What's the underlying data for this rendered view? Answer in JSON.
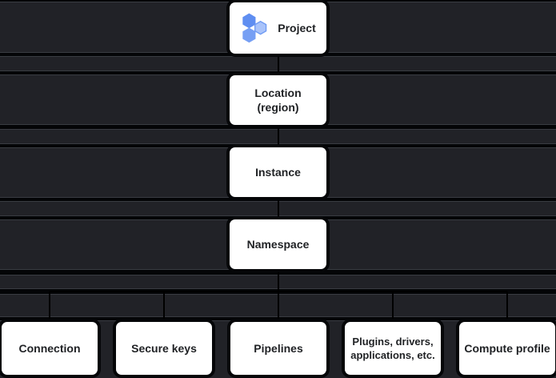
{
  "nodes": {
    "project": {
      "label": "Project"
    },
    "location": {
      "line1": "Location",
      "line2": "(region)"
    },
    "instance": {
      "label": "Instance"
    },
    "namespace": {
      "label": "Namespace"
    },
    "connection": {
      "label": "Connection"
    },
    "secure_keys": {
      "label": "Secure keys"
    },
    "pipelines": {
      "label": "Pipelines"
    },
    "plugins": {
      "line1": "Plugins, drivers,",
      "line2": "applications, etc."
    },
    "compute_profile": {
      "label": "Compute profile"
    }
  },
  "icons": {
    "project_icon": "hexagon-cluster-icon"
  },
  "colors": {
    "background": "#040507",
    "band_fill": "#212227",
    "band_border": "#393c42",
    "node_fill": "#ffffff",
    "node_text": "#1f2124",
    "connector": "#000000",
    "hexagon_top": "#5f8ef1",
    "hexagon_bottom": "#769ff4",
    "hexagon_right_fill": "#a9c3fa",
    "hexagon_right_stroke": "#6d99f3"
  }
}
